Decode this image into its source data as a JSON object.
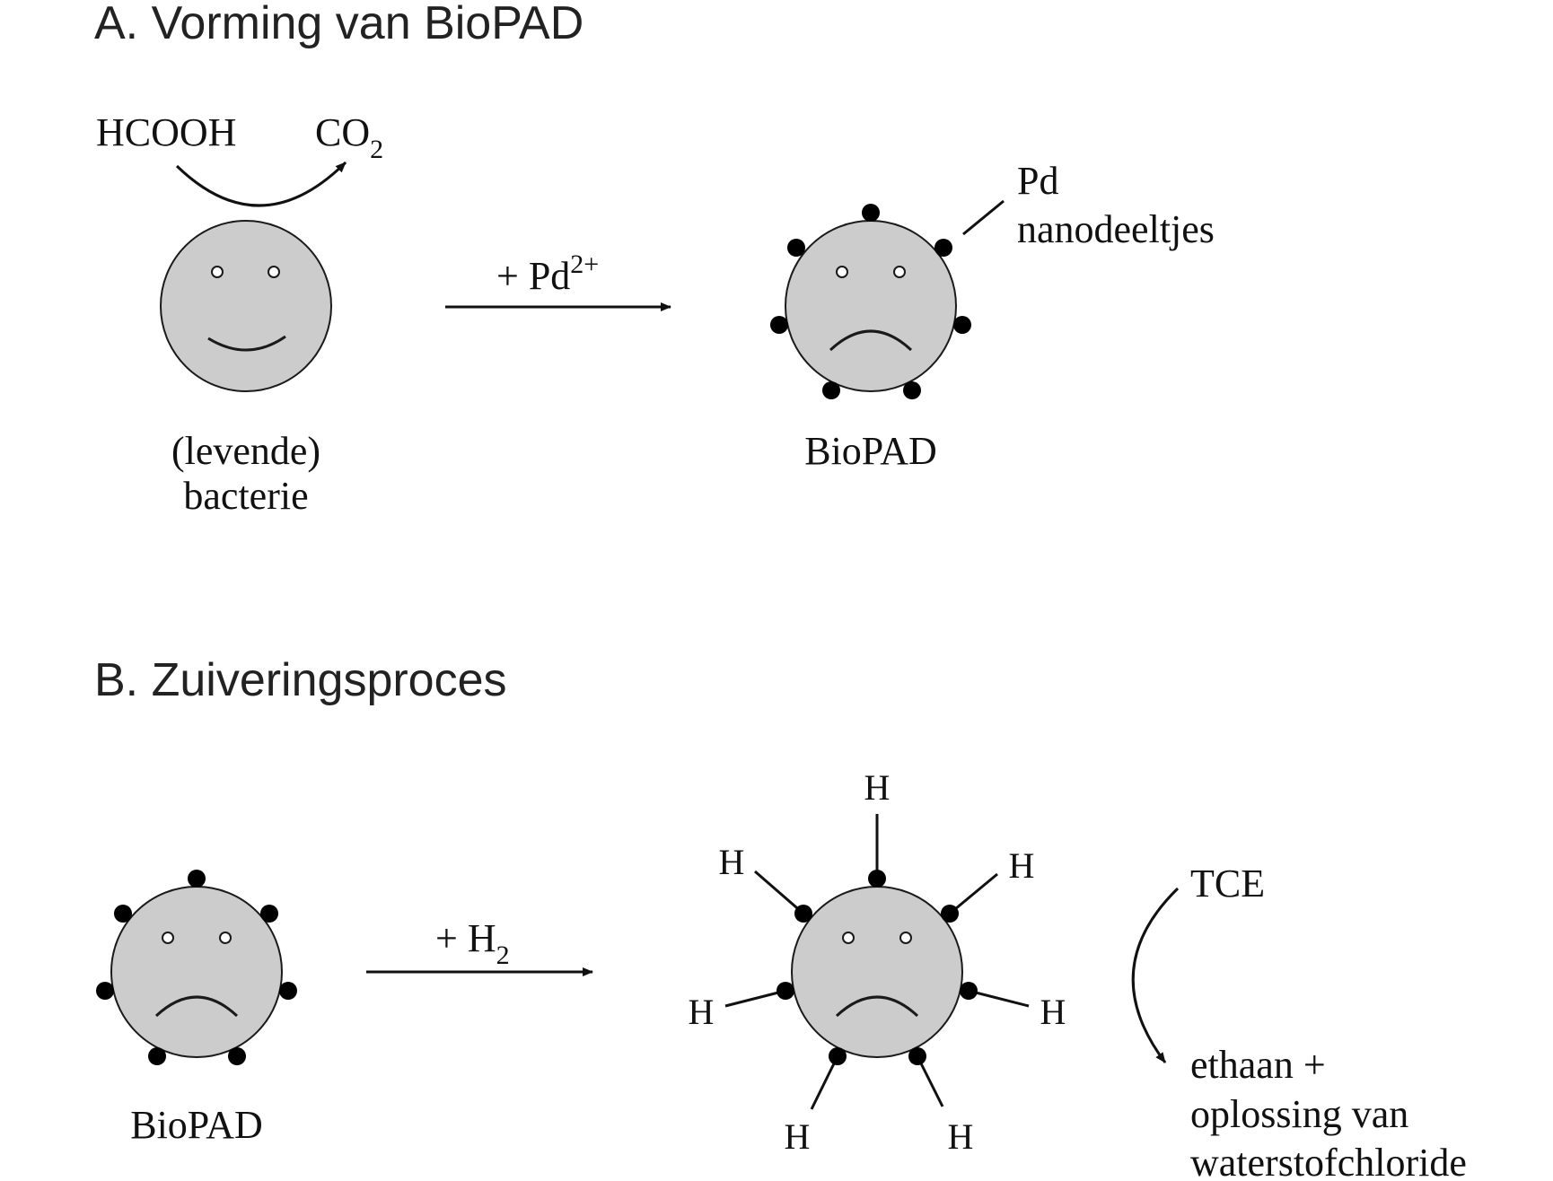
{
  "section_a": {
    "title": "A. Vorming van BioPAD",
    "reactant": "HCOOH",
    "product_main": "CO",
    "product_sub": "2",
    "cell_label_line1": "(levende)",
    "cell_label_line2": "bacterie",
    "reagent_main": "+ Pd",
    "reagent_sup": "2+",
    "result_label": "BioPAD",
    "callout_line1": "Pd",
    "callout_line2": "nanodeeltjes"
  },
  "section_b": {
    "title": "B. Zuiveringsproces",
    "start_label": "BioPAD",
    "reagent_main": "+ H",
    "reagent_sub": "2",
    "hydrogen_label": "H",
    "substrate": "TCE",
    "products_line1": "ethaan +",
    "products_line2": "oplossing van",
    "products_line3": "waterstofchloride"
  },
  "colors": {
    "cell_fill": "#cccccc",
    "outline": "#1a1a1a",
    "nanoparticle": "#000000"
  },
  "icons": [
    "smiling-bacterium-icon",
    "frowning-biopad-icon",
    "palladium-nanoparticle-icon",
    "hydrogen-loaded-biopad-icon",
    "reaction-arrow-icon",
    "curved-arrow-icon"
  ]
}
